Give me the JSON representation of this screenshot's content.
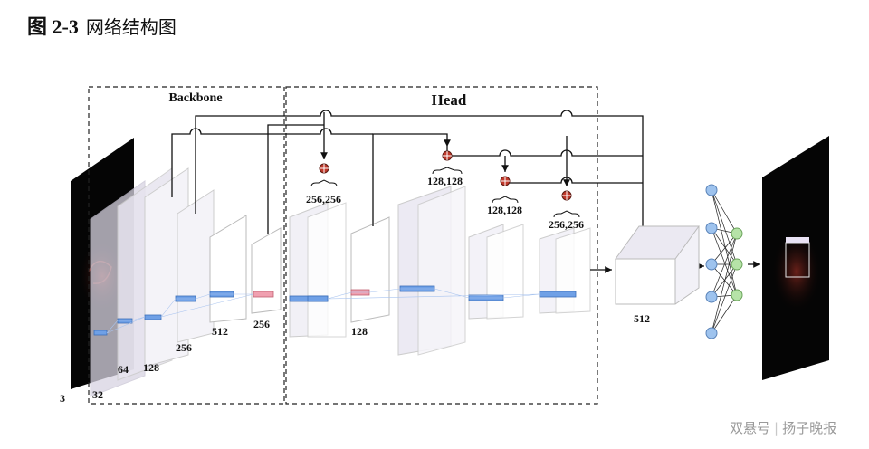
{
  "caption": {
    "number": "图 2-3",
    "text": "网络结构图"
  },
  "sections": {
    "backbone": "Backbone",
    "head": "Head"
  },
  "labels": {
    "input_channels": "3",
    "c32": "32",
    "c64": "64",
    "c128": "128",
    "c256a": "256",
    "c512": "512",
    "c256b": "256",
    "add1": "256,256",
    "h128": "128",
    "add2": "128,128",
    "add3": "128,128",
    "add4": "256,256",
    "fc512": "512"
  },
  "watermark": {
    "source": "双悬号",
    "author": "扬子晚报"
  },
  "colors": {
    "add_node": "#c0392b",
    "blue_slab": "#6fa0e6",
    "pink_slab": "#f0a0b0",
    "neuron_blue": "#9ec3ee",
    "neuron_green": "#b6e3a8"
  }
}
